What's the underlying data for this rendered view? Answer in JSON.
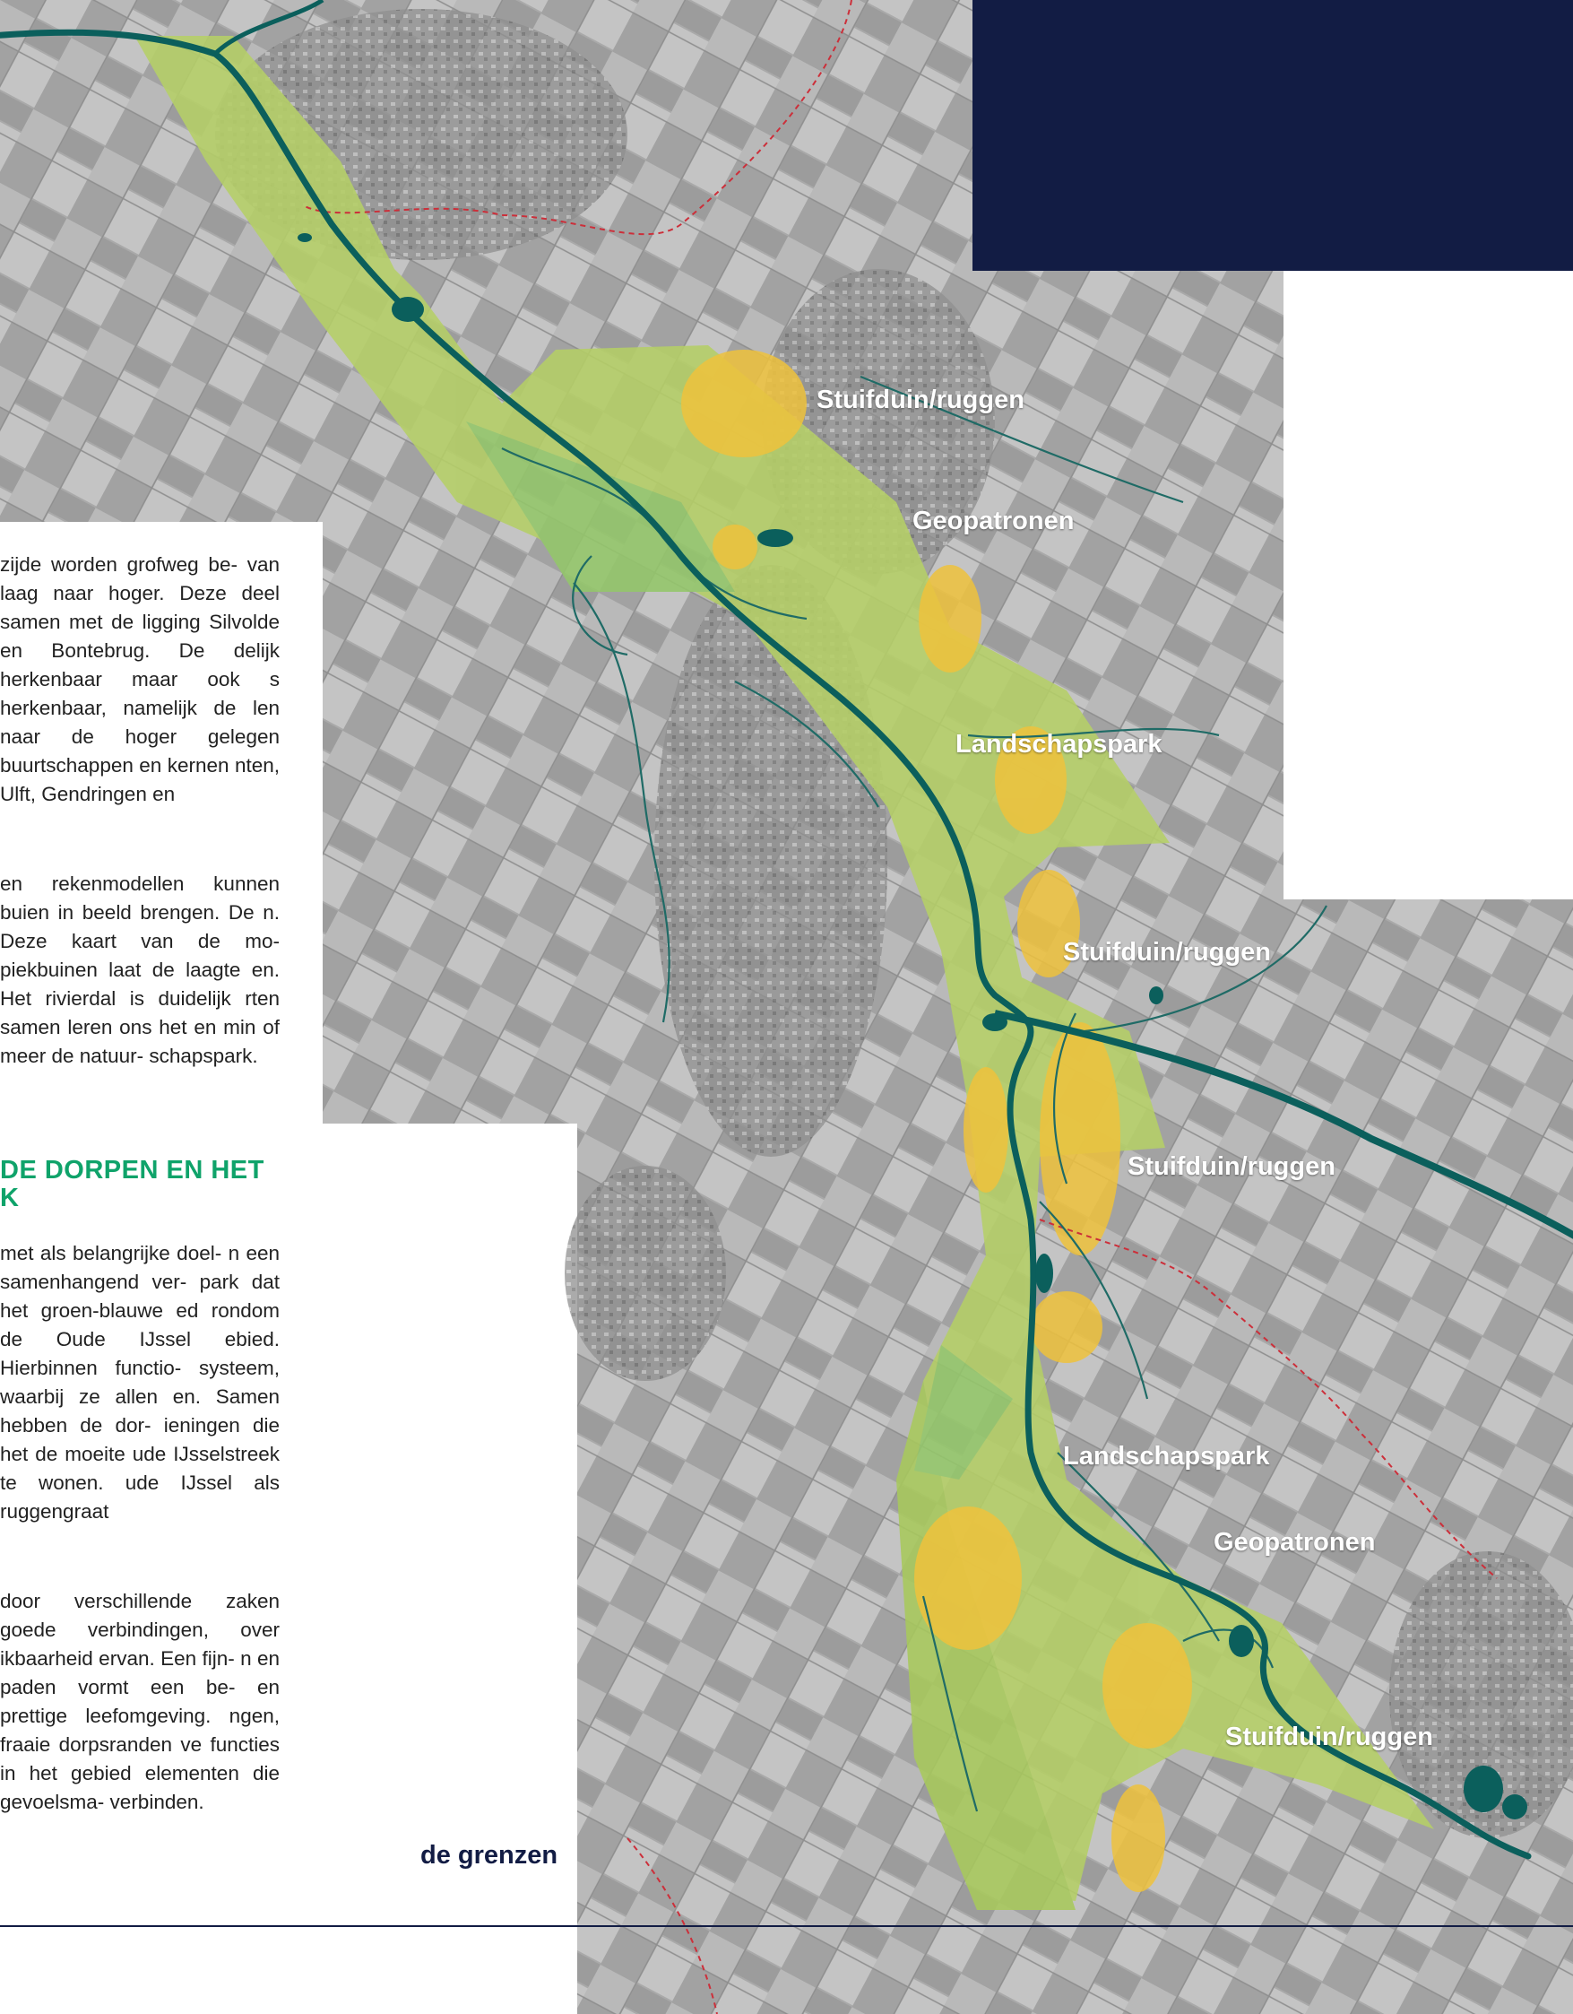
{
  "colors": {
    "navy": "#121c44",
    "green_heading": "#0fa36a",
    "river": "#0b5f5c",
    "landscape_green": "#b7d36a",
    "ridge_yellow": "#f2c744"
  },
  "paragraphs": [
    "zijde worden grofweg be- van laag naar hoger. Deze deel samen met de ligging Silvolde en Bontebrug. De delijk herkenbaar maar ook s herkenbaar, namelijk de len naar de hoger gelegen buurtschappen en kernen nten, Ulft, Gendringen en",
    "en rekenmodellen kunnen buien in beeld brengen. De n. Deze kaart van de mo- piekbuinen laat de laagte en. Het rivierdal is duidelijk rten samen leren ons het en min of meer de natuur- schapspark.",
    "met als belangrijke doel- n een samenhangend ver- park dat het groen-blauwe ed rondom de Oude IJssel ebied. Hierbinnen functio- systeem, waarbij ze allen en. Samen hebben de dor- ieningen die het de moeite ude IJsselstreek te wonen. ude IJssel als ruggengraat",
    "door verschillende zaken goede verbindingen, over ikbaarheid ervan. Een fijn- n en paden vormt een be- en prettige leefomgeving. ngen, fraaie dorpsranden ve functies in het gebied elementen die gevoelsma- verbinden."
  ],
  "heading": "DE DORPEN EN HET K",
  "map_labels": [
    "Stuifduin/ruggen",
    "Geopatronen",
    "Landschapspark",
    "Stuifduin/ruggen",
    "Stuifduin/ruggen",
    "Landschapspark",
    "Geopatronen",
    "Stuifduin/ruggen"
  ],
  "caption": "de grenzen"
}
